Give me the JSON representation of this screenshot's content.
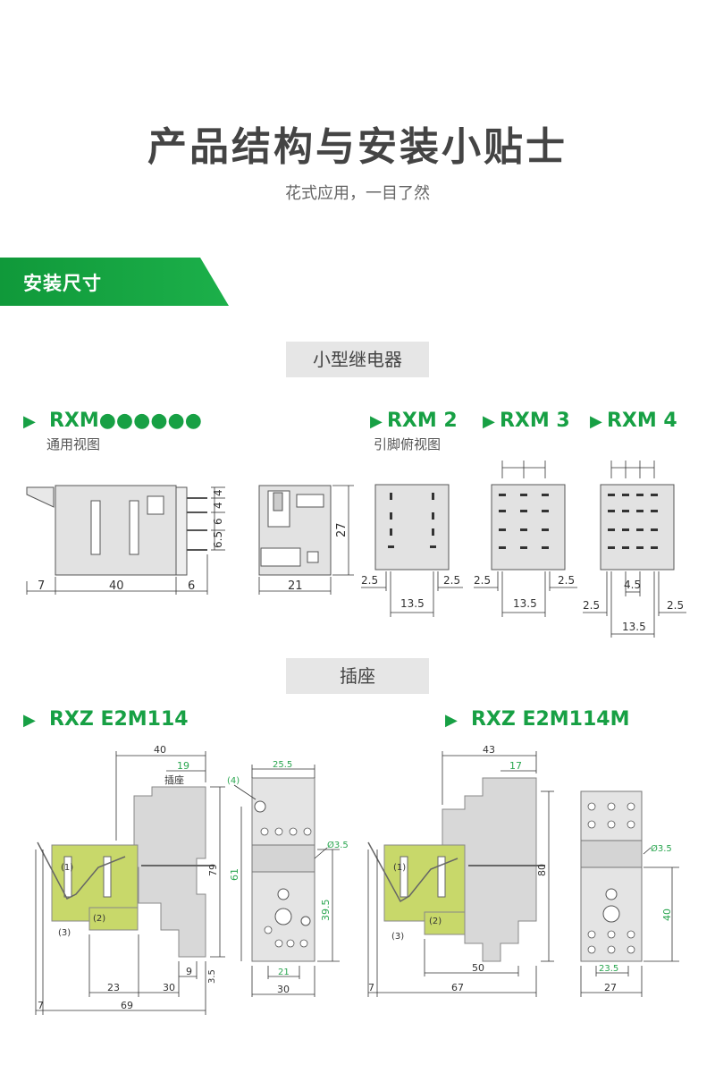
{
  "header": {
    "title": "产品结构与安装小贴士",
    "subtitle": "花式应用，一目了然"
  },
  "banner": {
    "label": "安装尺寸"
  },
  "relay_section": {
    "label": "小型继电器",
    "general": {
      "title": "RXM●●●●●●",
      "caption": "通用视图"
    },
    "pin_view_caption": "引脚俯视图",
    "rxm2": "RXM 2",
    "rxm3": "RXM 3",
    "rxm4": "RXM 4",
    "dims": {
      "side_7": "7",
      "side_40": "40",
      "side_6": "6",
      "pin_4a": "4",
      "pin_4b": "4",
      "pin_6": "6",
      "pin_65": "6.5",
      "front_27": "27",
      "front_21": "21",
      "r2_25a": "2.5",
      "r2_25b": "2.5",
      "r2_135": "13.5",
      "r3_25a": "2.5",
      "r3_25b": "2.5",
      "r3_135": "13.5",
      "r4_45": "4.5",
      "r4_25a": "2.5",
      "r4_25b": "2.5",
      "r4_135": "13.5"
    }
  },
  "socket_section": {
    "label": "插座",
    "left_title": "RXZ E2M114",
    "right_title": "RXZ E2M114M",
    "left": {
      "d40": "40",
      "d19": "19",
      "socket_label": "插座",
      "d79": "79",
      "d23": "23",
      "d30": "30",
      "d9": "9",
      "d35": "3.5",
      "d7": "7",
      "d69": "69",
      "n1": "(1)",
      "n2": "(2)",
      "n3": "(3)",
      "n4": "(4)",
      "d255": "25.5",
      "d61": "61",
      "dia": "Ø3.5",
      "d395": "39.5",
      "d21": "21",
      "d30b": "30"
    },
    "right": {
      "d43": "43",
      "d17": "17",
      "d80": "80",
      "d50": "50",
      "d7": "7",
      "d67": "67",
      "n1": "(1)",
      "n2": "(2)",
      "n3": "(3)",
      "dia": "Ø3.5",
      "d40": "40",
      "d235": "23.5",
      "d27": "27"
    }
  },
  "colors": {
    "accent": "#17a044",
    "dim_green": "#2aa650",
    "housing": "#d5d5d5",
    "relay_body": "#c8d86a"
  }
}
